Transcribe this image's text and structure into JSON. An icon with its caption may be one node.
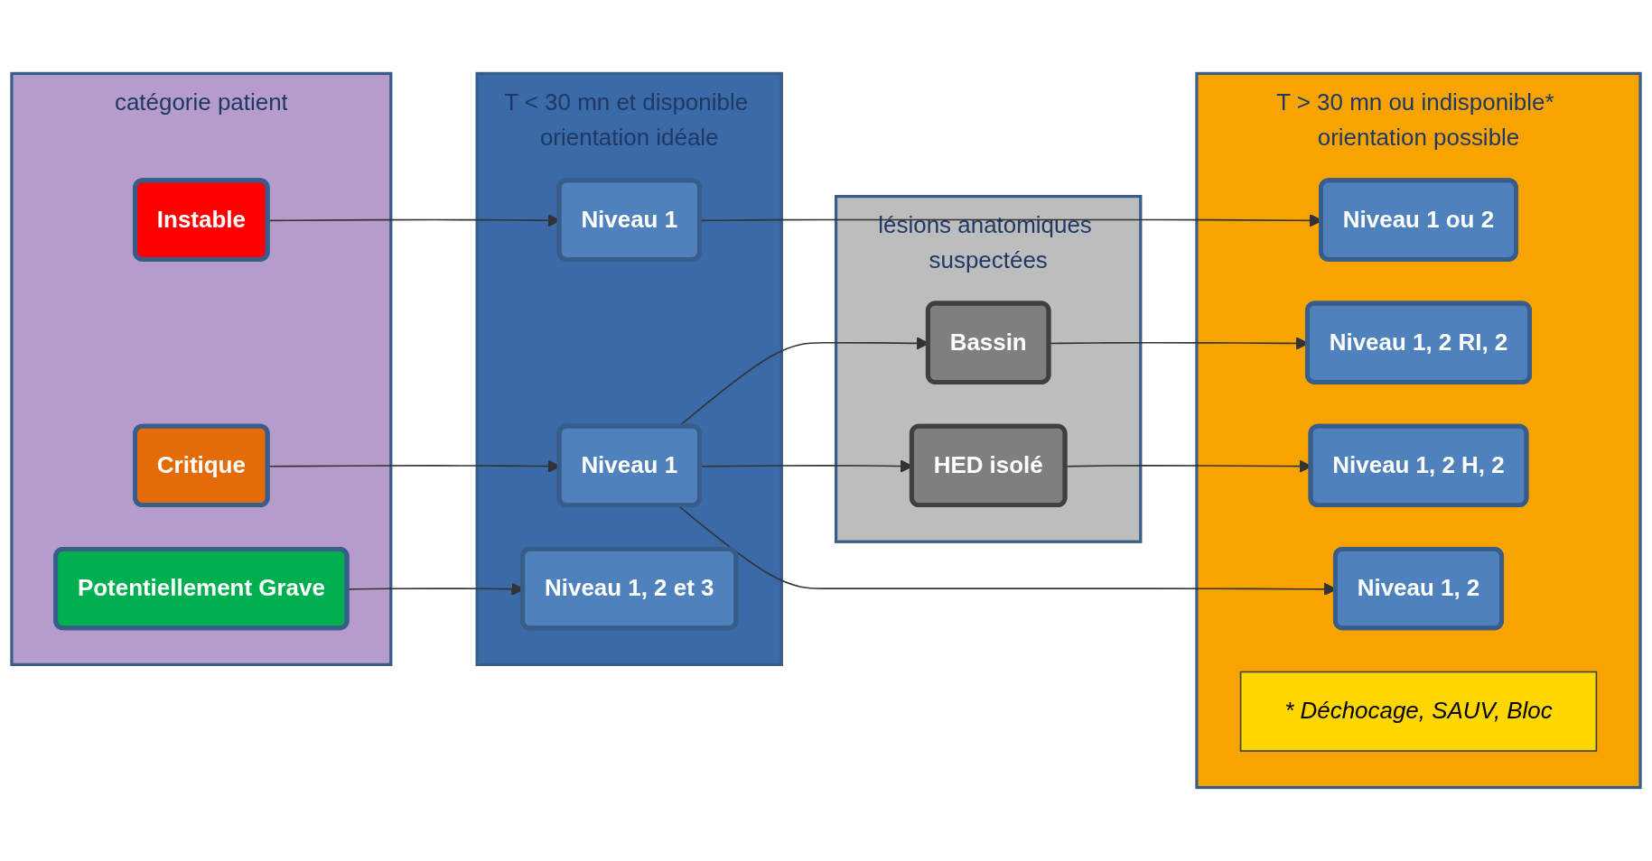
{
  "diagram": {
    "nodes": [
      {
        "text": [
          "catégorie patient"
        ]
      },
      {
        "text": [
          "Instable"
        ],
        "in": 0
      },
      {
        "text": [
          "Critique"
        ],
        "in": 0
      },
      {
        "text": [
          "Potentiellement Grave"
        ],
        "in": 0
      },
      {
        "text": [
          "T < 30 mn et disponible orientation idéale"
        ]
      },
      {
        "text": [
          "Niveau 1"
        ],
        "in": 4
      },
      {
        "text": [
          "Niveau 1"
        ],
        "in": 4
      },
      {
        "text": [
          "Niveau 1, 2 et 3"
        ],
        "in": 4
      },
      {
        "text": [
          "lésions anatomiques suspectées"
        ]
      },
      {
        "text": [
          "Bassin"
        ],
        "in": 8
      },
      {
        "text": [
          "HED isolé"
        ],
        "in": 8
      },
      {
        "text": [
          "T > 30 mn ou indisponible* orientation possible"
        ]
      },
      {
        "text": [
          "Niveau 1 ou 2"
        ],
        "in": 11
      },
      {
        "text": [
          "Niveau 1, 2 RI, 2"
        ],
        "in": 11
      },
      {
        "text": [
          "Niveau 1, 2 H, 2"
        ],
        "in": 11
      },
      {
        "text": [
          "Niveau 1, 2"
        ],
        "in": 11
      },
      {
        "text": [
          "* Déchocage, SAUV, Bloc"
        ],
        "in": 11
      }
    ],
    "edges": [
      {
        "from": 1,
        "to": 5,
        "arrow": "to"
      },
      {
        "from": 2,
        "to": 6,
        "arrow": "to"
      },
      {
        "from": 3,
        "to": 7,
        "arrow": "to"
      },
      {
        "from": 5,
        "to": 12,
        "arrow": "to"
      },
      {
        "from": 6,
        "to": 9,
        "arrow": "to"
      },
      {
        "from": 6,
        "to": 10,
        "arrow": "to"
      },
      {
        "from": 6,
        "to": 15,
        "arrow": "to"
      },
      {
        "from": 9,
        "to": 13,
        "arrow": "to"
      },
      {
        "from": 10,
        "to": 14,
        "arrow": "to"
      }
    ]
  }
}
